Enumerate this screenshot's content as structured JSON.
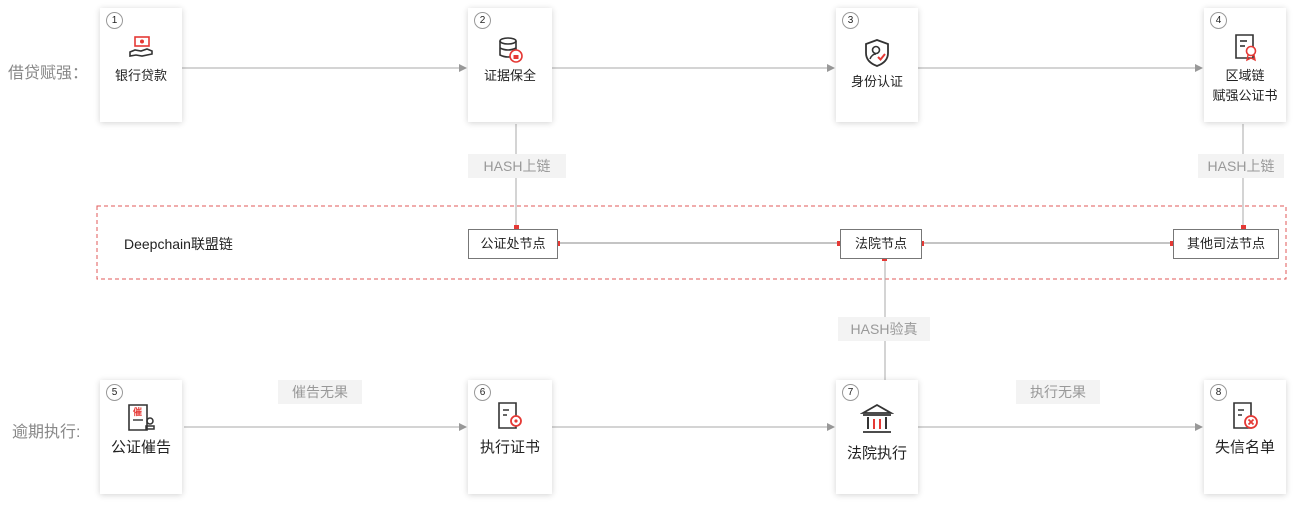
{
  "rows": {
    "top_label": "借贷赋强：",
    "bottom_label": "逾期执行:"
  },
  "cards": {
    "c1": {
      "num": "1",
      "label": "银行贷款"
    },
    "c2": {
      "num": "2",
      "label": "证据保全"
    },
    "c3": {
      "num": "3",
      "label": "身份认证"
    },
    "c4": {
      "num": "4",
      "label_line1": "区域链",
      "label_line2": "赋强公证书"
    },
    "c5": {
      "num": "5",
      "label": "公证催告"
    },
    "c6": {
      "num": "6",
      "label": "执行证书"
    },
    "c7": {
      "num": "7",
      "label": "法院执行"
    },
    "c8": {
      "num": "8",
      "label": "失信名单"
    }
  },
  "tags": {
    "hash_left": "HASH上链",
    "hash_right": "HASH上链",
    "hash_verify": "HASH验真",
    "notice_fail": "催告无果",
    "exec_fail": "执行无果"
  },
  "chain": {
    "title": "Deepchain联盟链",
    "nodes": [
      "公证处节点",
      "法院节点",
      "其他司法节点"
    ]
  },
  "colors": {
    "accent": "#e53935",
    "line": "#aaaaaa",
    "dash": "#e05a5a"
  }
}
